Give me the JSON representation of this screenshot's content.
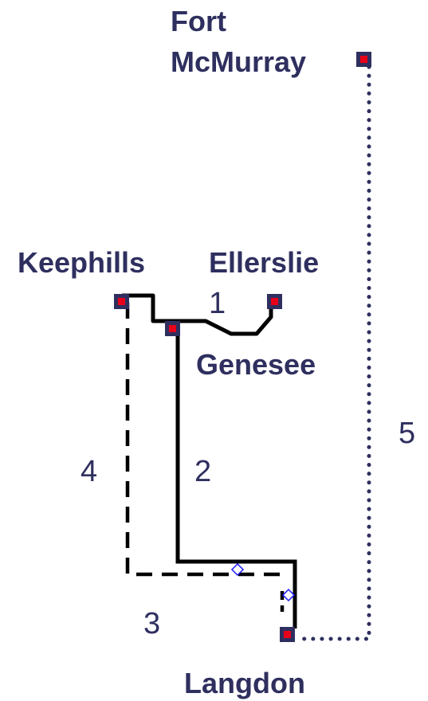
{
  "colors": {
    "text": "#2f2f5f",
    "node_border": "#2f2f5f",
    "node_center": "#e8001a",
    "line": "#000000",
    "line5": "#2f2f5f",
    "marker": "#1a1aff"
  },
  "stations": {
    "fort_mcmurray": [
      "Fort",
      "McMurray"
    ],
    "keephills": "Keephills",
    "ellerslie": "Ellerslie",
    "genesee": "Genesee",
    "langdon": "Langdon"
  },
  "lines": {
    "1": "1",
    "2": "2",
    "3": "3",
    "4": "4",
    "5": "5"
  }
}
